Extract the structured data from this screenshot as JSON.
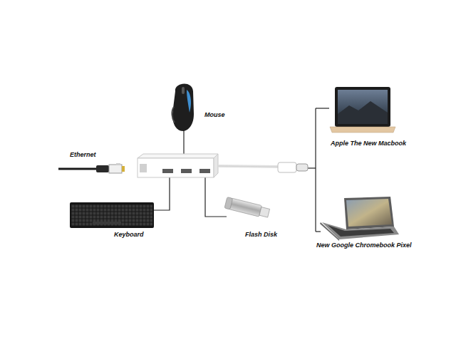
{
  "diagram": {
    "labels": [
      "Mouse",
      "Ethernet",
      "Keyboard",
      "Flash Disk",
      "Apple The New Macbook",
      "New Google Chromebook Pixel"
    ]
  }
}
